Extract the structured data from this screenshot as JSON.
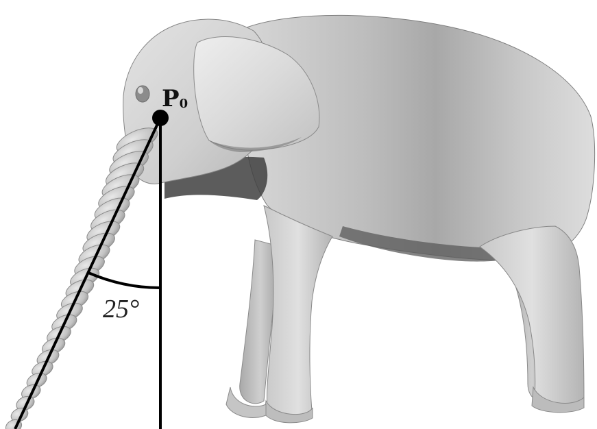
{
  "figure": {
    "point_label": "P",
    "point_subscript": "0",
    "angle_label": "25°",
    "angle_degrees": 25,
    "subject": "elephant-mesh",
    "colors": {
      "mesh_light": "#e6e6e6",
      "mesh_mid": "#c4c4c4",
      "mesh_dark": "#8f8f8f",
      "mesh_shadow": "#4a4a4a",
      "lines": "#000000"
    }
  }
}
